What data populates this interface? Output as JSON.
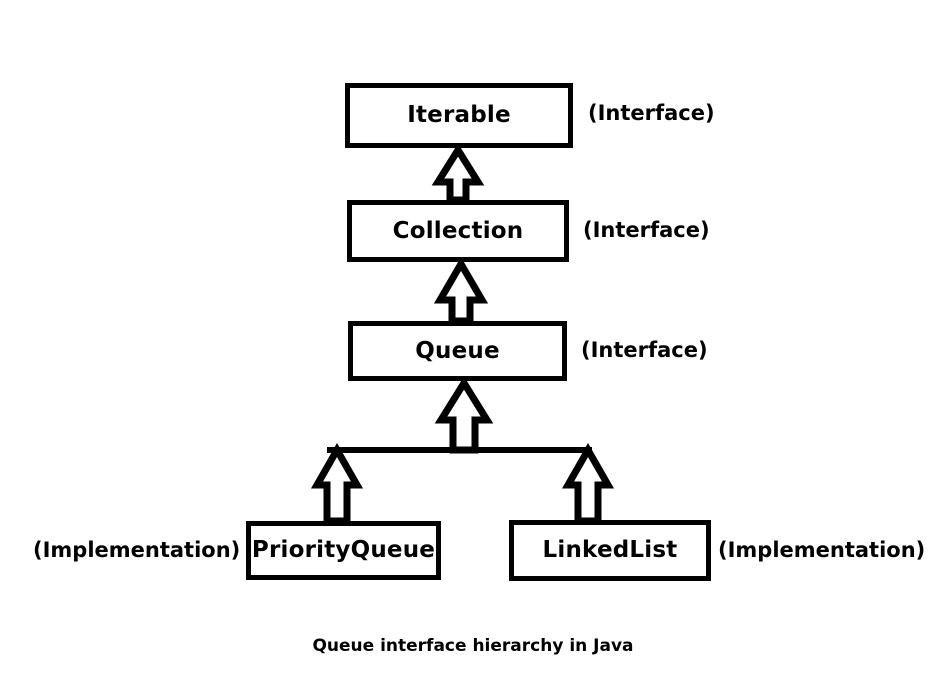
{
  "diagram": {
    "caption": "Queue interface hierarchy in Java",
    "type": "uml-class-hierarchy",
    "nodes": [
      {
        "id": "iterable",
        "label": "Iterable",
        "kind": "interface",
        "annotation": "(Interface)"
      },
      {
        "id": "collection",
        "label": "Collection",
        "kind": "interface",
        "annotation": "(Interface)"
      },
      {
        "id": "queue",
        "label": "Queue",
        "kind": "interface",
        "annotation": "(Interface)"
      },
      {
        "id": "priorityqueue",
        "label": "PriorityQueue",
        "kind": "implementation",
        "annotation": "(Implementation)"
      },
      {
        "id": "linkedlist",
        "label": "LinkedList",
        "kind": "implementation",
        "annotation": "(Implementation)"
      }
    ],
    "edges": [
      {
        "from": "collection",
        "to": "iterable",
        "relation": "extends"
      },
      {
        "from": "queue",
        "to": "collection",
        "relation": "extends"
      },
      {
        "from": "priorityqueue",
        "to": "queue",
        "relation": "implements"
      },
      {
        "from": "linkedlist",
        "to": "queue",
        "relation": "implements"
      }
    ],
    "colors": {
      "stroke": "#000000",
      "fill": "#ffffff",
      "background": "#ffffff"
    }
  }
}
